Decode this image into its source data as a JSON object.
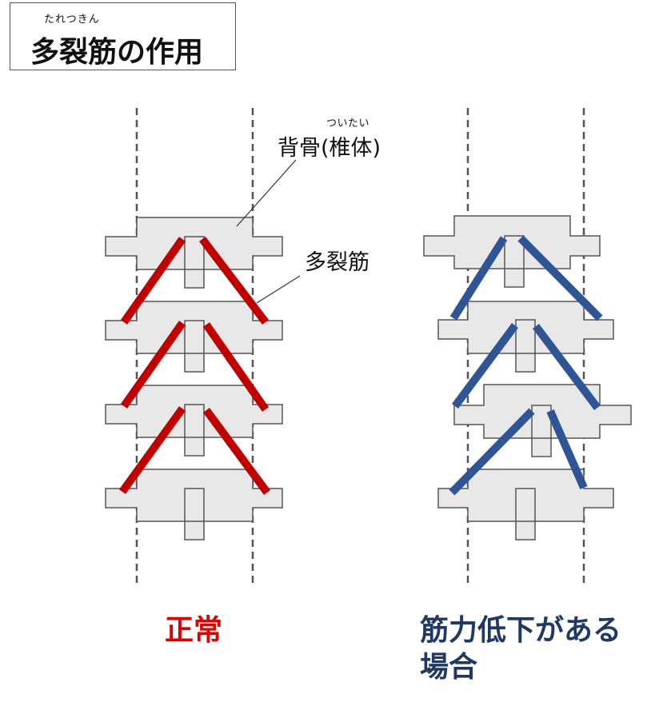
{
  "title": {
    "furigana": "たれつきん",
    "text": "多裂筋の作用"
  },
  "labels": {
    "spine_ruby": "ついたい",
    "spine": "背骨(椎体)",
    "muscle": "多裂筋"
  },
  "captions": {
    "normal": "正常",
    "weak_line1": "筋力低下がある",
    "weak_line2": "場合"
  },
  "colors": {
    "normal": "#c00000",
    "weak": "#2f5597",
    "normal_caption": "#e00000",
    "weak_caption": "#1f3864",
    "vertebra_fill": "#e8e8e8",
    "outline": "#555555"
  }
}
